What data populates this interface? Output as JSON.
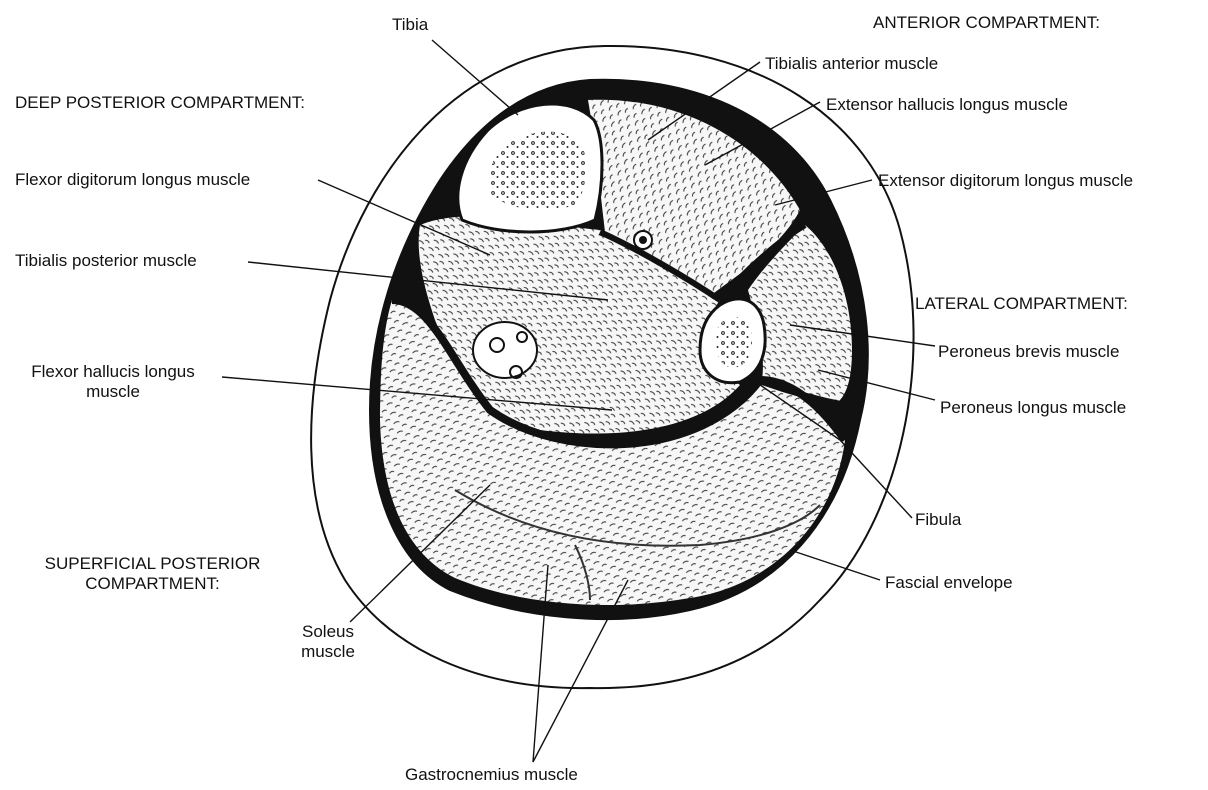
{
  "labels": {
    "tibia": "Tibia",
    "anterior_compartment": "ANTERIOR COMPARTMENT:",
    "tibialis_anterior": "Tibialis anterior muscle",
    "deep_posterior_compartment": "DEEP POSTERIOR COMPARTMENT:",
    "extensor_hallucis_longus": "Extensor hallucis longus muscle",
    "flexor_digitorum_longus": "Flexor digitorum longus muscle",
    "extensor_digitorum_longus": "Extensor digitorum longus muscle",
    "tibialis_posterior": "Tibialis posterior muscle",
    "lateral_compartment": "LATERAL COMPARTMENT:",
    "peroneus_brevis": "Peroneus brevis muscle",
    "flexor_hallucis_longus_1": "Flexor hallucis longus",
    "flexor_hallucis_longus_2": "muscle",
    "peroneus_longus": "Peroneus longus muscle",
    "fibula": "Fibula",
    "superficial_posterior_1": "SUPERFICIAL POSTERIOR",
    "superficial_posterior_2": "COMPARTMENT:",
    "fascial_envelope": "Fascial envelope",
    "soleus_1": "Soleus",
    "soleus_2": "muscle",
    "gastrocnemius": "Gastrocnemius muscle"
  },
  "colors": {
    "ink": "#111111",
    "paper": "#ffffff",
    "muscle": "#f3f3f3"
  }
}
